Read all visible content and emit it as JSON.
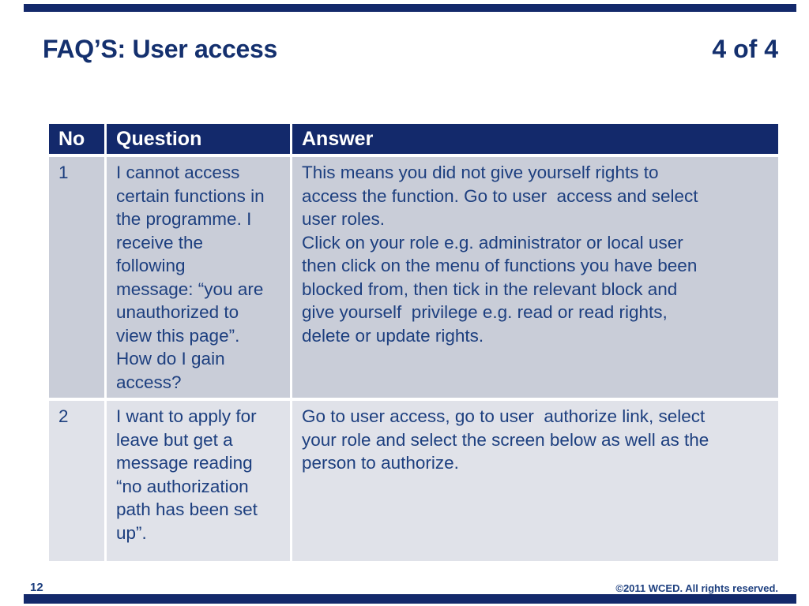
{
  "colors": {
    "accent_navy": "#13296b",
    "title_navy": "#14306e",
    "body_text_navy": "#1d3f7f",
    "row1_bg": "#c9cdd8",
    "row2_bg": "#e0e2e9",
    "header_text": "#ffffff"
  },
  "header": {
    "title": "FAQ’S: User access",
    "page_indicator": "4 of 4"
  },
  "table": {
    "columns": {
      "no": "No",
      "question": "Question",
      "answer": "Answer"
    },
    "rows": [
      {
        "no": "1",
        "question": [
          "I cannot access",
          "certain functions in",
          "the programme. I",
          "receive the",
          "following",
          "message: “you are",
          "unauthorized to",
          "view this page”.",
          "How do I gain",
          "access?"
        ],
        "answer": [
          "This means you did not give yourself rights to",
          "access the function. Go to user  access and select",
          "user roles.",
          "Click on your role e.g. administrator or local user",
          "then click on the menu of functions you have been",
          "blocked from, then tick in the relevant block and",
          "give yourself  privilege e.g. read or read rights,",
          "delete or update rights."
        ]
      },
      {
        "no": "2",
        "question": [
          "I want to apply for",
          "leave but get a",
          "message reading",
          "“no authorization",
          "path has been set",
          "up”."
        ],
        "answer": [
          "Go to user access, go to user  authorize link, select",
          "your role and select the screen below as well as the",
          "person to authorize."
        ]
      }
    ]
  },
  "footer": {
    "slide_number": "12",
    "copyright": "©2011 WCED. All rights reserved."
  }
}
